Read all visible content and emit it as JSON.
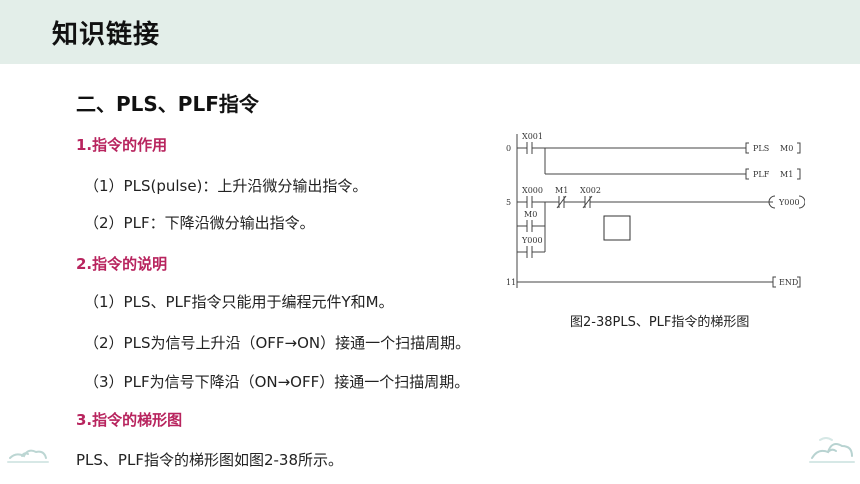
{
  "header": {
    "title": "知识链接"
  },
  "section": {
    "title": "二、PLS、PLF指令"
  },
  "sub1": {
    "title": "1.指令的作用"
  },
  "sub1_lines": [
    "（1）PLS(pulse)：上升沿微分输出指令。",
    "（2）PLF：下降沿微分输出指令。"
  ],
  "sub2": {
    "title": "2.指令的说明"
  },
  "sub2_lines": [
    "（1）PLS、PLF指令只能用于编程元件Y和M。",
    "（2）PLS为信号上升沿（OFF→ON）接通一个扫描周期。",
    "（3）PLF为信号下降沿（ON→OFF）接通一个扫描周期。"
  ],
  "sub3": {
    "title": "3.指令的梯形图"
  },
  "sub3_text": "PLS、PLF指令的梯形图如图2-38所示。",
  "diagram": {
    "caption": "图2-38PLS、PLF指令的梯形图",
    "step_0": "0",
    "step_5": "5",
    "step_11": "11",
    "x001": "X001",
    "x000": "X000",
    "m1": "M1",
    "x002": "X002",
    "m0": "M0",
    "y000_contact": "Y000",
    "pls_instr": "PLS",
    "pls_operand": "M0",
    "plf_instr": "PLF",
    "plf_operand": "M1",
    "y000_coil": "Y000",
    "end": "END"
  }
}
